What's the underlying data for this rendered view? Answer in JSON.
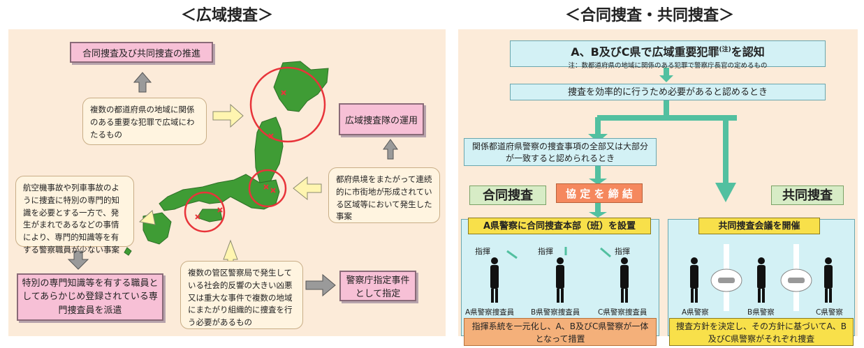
{
  "left": {
    "title": "＜広域捜査＞",
    "box_joint_promotion": "合同捜査及び共同捜査の推進",
    "note_multi_pref": "複数の都道府県の地域に関係のある重要な犯罪で広域にわたるもの",
    "box_wide_team": "広域捜査隊の運用",
    "note_border": "都府県境をまたがって連続的に市街地が形成されている区域等において発生した事案",
    "note_aircraft": "航空機事故や列車事故のように捜査に特別の専門的知識を必要とする一方で、発生がまれであるなどの事情により、専門的知識等を有する警察職員が少ない事案",
    "box_dispatch": "特別の専門知識等を有する職員としてあらかじめ登録されている専門捜査員を派遣",
    "note_multi_bureau": "複数の管区警察局で発生している社会的反響の大きい凶悪又は重大な事件で複数の地域にまたがり組織的に捜査を行う必要があるもの",
    "box_npa_case": "警察庁指定事件として指定"
  },
  "right": {
    "title": "＜合同捜査・共同捜査＞",
    "top_main": "A、B及びC県で広域重要犯罪",
    "top_sup": "(注)",
    "top_tail": "を認知",
    "top_note": "注：数都道府県の地域に関係のある犯罪で警察庁長官の定めるもの",
    "box_efficient": "捜査を効率的に行うため必要があると認めるとき",
    "box_matters": "関係都道府県警察の捜査事項の全部又は大部分が一致すると認められるとき",
    "label_joint": "合同捜査",
    "label_agreement": "協 定 を 締 結",
    "label_common": "共同捜査",
    "box_hq": "A県警察に合同捜査本部（班）を設置",
    "command": "指揮",
    "officers": [
      "A県警察捜査員",
      "B県警察捜査員",
      "C県警察捜査員"
    ],
    "joint_summary": "指揮系統を一元化し、A、B及びC県警察が一体となって措置",
    "box_meeting": "共同捜査会議を開催",
    "police": [
      "A県警察",
      "B県警察",
      "C県警察"
    ],
    "common_summary": "捜査方針を決定し、その方針に基づいてA、B及びC県警察がそれぞれ捜査"
  },
  "colors": {
    "panel": "#fcebd9",
    "pink_box": "#f7c0d6",
    "japan": "#3f9c35",
    "circle": "#e8343a",
    "teal_arrow": "#52c0a0",
    "cyan_box": "#d3f1f5",
    "yellow_box": "#f8e04a",
    "agreement_box": "#f5885e",
    "green_label": "#d7ecc6"
  }
}
